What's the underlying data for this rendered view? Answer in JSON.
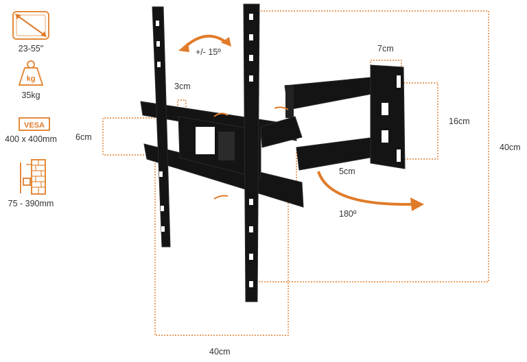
{
  "colors": {
    "accent": "#e07b2a",
    "metal": "#141414",
    "text": "#333333"
  },
  "specs": [
    {
      "icon": "screen-size-icon",
      "value": "23-55\""
    },
    {
      "icon": "weight-icon",
      "icon_text": "kg",
      "value": "35kg"
    },
    {
      "icon": "vesa-icon",
      "icon_text": "VESA",
      "value": "400 x 400mm"
    },
    {
      "icon": "wall-distance-icon",
      "value": "75 - 390mm"
    }
  ],
  "dimensions": {
    "tilt": "+/- 15º",
    "rail_gap": "3cm",
    "rail_height": "6cm",
    "plate_width": "7cm",
    "plate_height": "16cm",
    "overall_height": "40cm",
    "arm_offset": "5cm",
    "swivel": "180º",
    "overall_width": "40cm"
  }
}
